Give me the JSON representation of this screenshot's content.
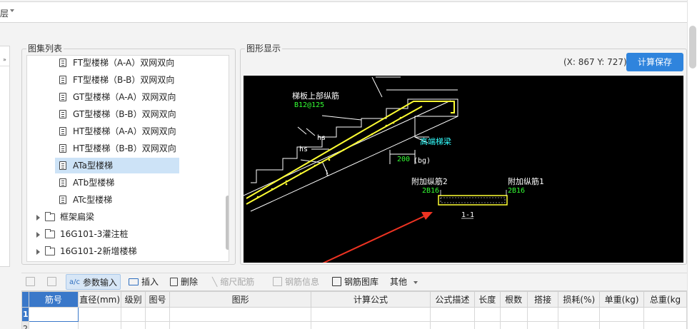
{
  "floor_selector": {
    "value": "层"
  },
  "left_panel": {
    "collapse_glyph": "»"
  },
  "tree_panel": {
    "title": "图集列表",
    "items": [
      {
        "label": "FT型楼梯（A-A）双网双向",
        "type": "doc"
      },
      {
        "label": "FT型楼梯（B-B）双网双向",
        "type": "doc"
      },
      {
        "label": "GT型楼梯（A-A）双网双向",
        "type": "doc"
      },
      {
        "label": "GT型楼梯（B-B）双网双向",
        "type": "doc"
      },
      {
        "label": "HT型楼梯（A-A）双网双向",
        "type": "doc"
      },
      {
        "label": "HT型楼梯（B-B）双网双向",
        "type": "doc"
      },
      {
        "label": "ATa型楼梯",
        "type": "doc",
        "selected": true
      },
      {
        "label": "ATb型楼梯",
        "type": "doc"
      },
      {
        "label": "ATc型楼梯",
        "type": "doc"
      },
      {
        "label": "框架扁梁",
        "type": "folder"
      },
      {
        "label": "16G101-3灌注桩",
        "type": "folder"
      },
      {
        "label": "16G101-2新增楼梯",
        "type": "folder"
      }
    ]
  },
  "graphic_panel": {
    "title": "图形显示",
    "coord_text": "(X: 867 Y: 727)",
    "save_button": "计算保存",
    "drawing": {
      "label_top_rebar": "梯板上部纵筋",
      "label_top_rebar_spec": "B12@125",
      "label_hs_top": "hs",
      "label_hs_side": "hs",
      "label_l": "l",
      "label_high_beam": "高端梯梁",
      "label_200": "200",
      "label_bg": "(bg)",
      "label_extra2": "附加纵筋2",
      "label_extra2_spec": "2B16",
      "label_extra1": "附加纵筋1",
      "label_extra1_spec": "2B16",
      "label_section": "1-1"
    },
    "colors": {
      "rebar": "#ffff33",
      "spec": "#33ff33",
      "annotation": "#33ffff",
      "arrow": "#ee3322"
    }
  },
  "toolbar": {
    "params_input": "参数输入",
    "insert": "插入",
    "delete": "删除",
    "scale_rebar": "缩尺配筋",
    "rebar_info": "钢筋信息",
    "rebar_library": "钢筋图库",
    "other": "其他"
  },
  "table": {
    "headers": [
      "筋号",
      "直径(mm)",
      "级别",
      "图号",
      "图形",
      "计算公式",
      "公式描述",
      "长度",
      "根数",
      "搭接",
      "损耗(%)",
      "单重(kg)",
      "总重(kg"
    ],
    "rows": [
      "1",
      "2"
    ]
  }
}
